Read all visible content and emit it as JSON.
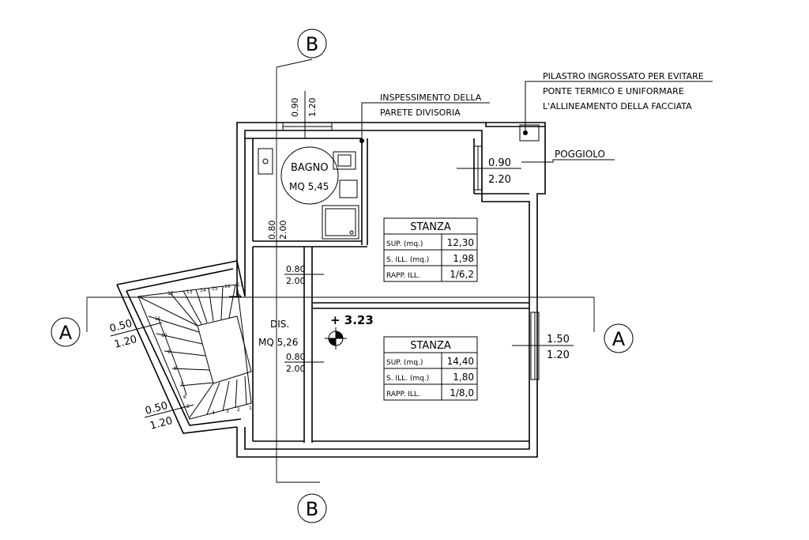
{
  "axes": {
    "b_top": "B",
    "b_bottom": "B",
    "a_left": "A",
    "a_right": "A"
  },
  "notes": {
    "pilastro": [
      "PILASTRO INGROSSATO PER EVITARE",
      "PONTE TERMICO E UNIFORMARE",
      "L'ALLINEAMENTO DELLA FACCIATA"
    ],
    "inspessimento": [
      "INSPESSIMENTO DELLA",
      "PARETE DIVISORIA"
    ],
    "poggiolo": "POGGIOLO"
  },
  "rooms": {
    "bagno": {
      "name": "BAGNO",
      "area": "MQ 5,45"
    },
    "dis": {
      "name": "DIS.",
      "area": "MQ 5,26"
    },
    "stanza_top": {
      "title": "STANZA",
      "rows": [
        {
          "label": "SUP.  (mq.)",
          "value": "12,30"
        },
        {
          "label": "S. ILL. (mq.)",
          "value": "1,98"
        },
        {
          "label": "RAPP. ILL.",
          "value": "1/6,2"
        }
      ]
    },
    "stanza_bottom": {
      "title": "STANZA",
      "rows": [
        {
          "label": "SUP.  (mq.)",
          "value": "14,40"
        },
        {
          "label": "S. ILL. (mq.)",
          "value": "1,80"
        },
        {
          "label": "RAPP. ILL.",
          "value": "1/8,0"
        }
      ]
    }
  },
  "dimensions": {
    "bagno_window": {
      "w": "0.90",
      "h": "1.20"
    },
    "bagno_door": {
      "w": "0.80",
      "h": "2.00"
    },
    "dis_door_top": {
      "w": "0.80",
      "h": "2.00"
    },
    "dis_door_bottom": {
      "w": "0.80",
      "h": "2.00"
    },
    "poggiolo_door": {
      "w": "0.90",
      "h": "2.20"
    },
    "stanza_window": {
      "w": "1.50",
      "h": "1.20"
    },
    "stair_window_top": {
      "w": "0.50",
      "h": "1.20"
    },
    "stair_window_bottom": {
      "w": "0.50",
      "h": "1.20"
    }
  },
  "level": "+ 3.23",
  "stair_numbers": [
    "1",
    "2",
    "3",
    "4",
    "5",
    "6",
    "7",
    "8",
    "9",
    "10",
    "11",
    "12",
    "13",
    "14",
    "15",
    "16",
    "17"
  ]
}
